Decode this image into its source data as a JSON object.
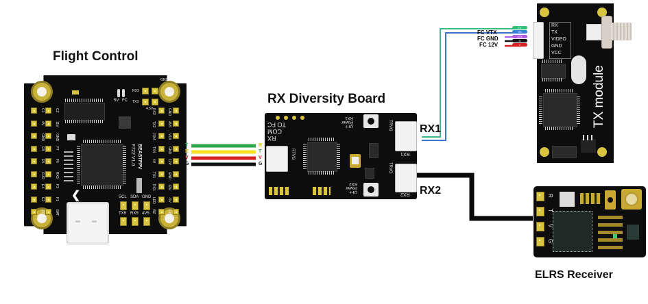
{
  "flight_controller": {
    "title": "Flight Control",
    "board_name": "BEASTFPV",
    "board_model": "F722 V1.0",
    "left_labels_outer": [
      "C1",
      "4V",
      "GND",
      "E8",
      "E5",
      "CUR",
      "E4",
      "E2",
      "ZZE"
    ],
    "left_labels_inner": [
      "C2",
      "11V",
      "GND",
      "F7",
      "F6",
      "RX6",
      "F3",
      "F1",
      "BAT"
    ],
    "right_labels_inner": [
      "RX2",
      "TX2",
      "RX4",
      "TX4",
      "4V",
      "TX1",
      "RX1",
      "LED",
      "BZ"
    ],
    "right_labels_outer": [
      "GND",
      "4V5",
      "V1X",
      "GND",
      "12V",
      "GND",
      "12V",
      "-5V",
      "GND"
    ],
    "top_labels": [
      "RX3",
      "GND",
      "TX3",
      "4.5V",
      "5V",
      "FC"
    ],
    "bottom_labels_top": [
      "SCL",
      "SDA",
      "GND"
    ],
    "bottom_labels_bottom": [
      "TX5",
      "RX5",
      "4V5"
    ],
    "uart_pins": [
      "T",
      "R",
      "V",
      "G"
    ]
  },
  "rx_board": {
    "title": "RX Diversity Board",
    "silk_com": [
      "TO FC",
      "COM",
      "RX"
    ],
    "silk_rtvg": "RTVG",
    "silk_rx1_power": [
      "RX1",
      "Power",
      "OFF"
    ],
    "silk_rx2_power": [
      "RX2",
      "Power",
      "OFF"
    ],
    "silk_trvg": "TRVG",
    "port_rx1_silk": "RX1",
    "port_rx2_silk": "RX2",
    "input_pins": [
      "R",
      "T",
      "V",
      "G"
    ],
    "label_rx1": "RX1",
    "label_rx2": "RX2"
  },
  "wires_fc_rx": [
    {
      "pin": "T",
      "color": "#2aa84a"
    },
    {
      "pin": "R",
      "color": "#f2e21c"
    },
    {
      "pin": "V",
      "color": "#d92020"
    },
    {
      "pin": "G",
      "color": "#111111"
    }
  ],
  "tx_module": {
    "title": "TX module",
    "pins": [
      "RX",
      "TX",
      "VIDEO",
      "GND",
      "VCC"
    ],
    "wire_tags": [
      "TX",
      "RX",
      "VTX",
      "G",
      "V"
    ],
    "wire_colors": [
      "#2fbf7a",
      "#3a7fd8",
      "#b05ce0",
      "#111111",
      "#d42020"
    ],
    "external_labels": [
      {
        "text": "FC VTX",
        "color": "#7c4fd0"
      },
      {
        "text": "FC GND",
        "color": "#111111"
      },
      {
        "text": "FC 12V",
        "color": "#d42020"
      }
    ]
  },
  "elrs": {
    "title": "ELRS Receiver",
    "pins": [
      "R",
      "T",
      "V",
      "G"
    ]
  },
  "colors": {
    "rx1_green": "#3cb88a",
    "rx1_blue": "#3a72d0",
    "rx2_black": "#0a0a0a",
    "pcb": "#0d0d0d",
    "gold": "#d9c440"
  }
}
